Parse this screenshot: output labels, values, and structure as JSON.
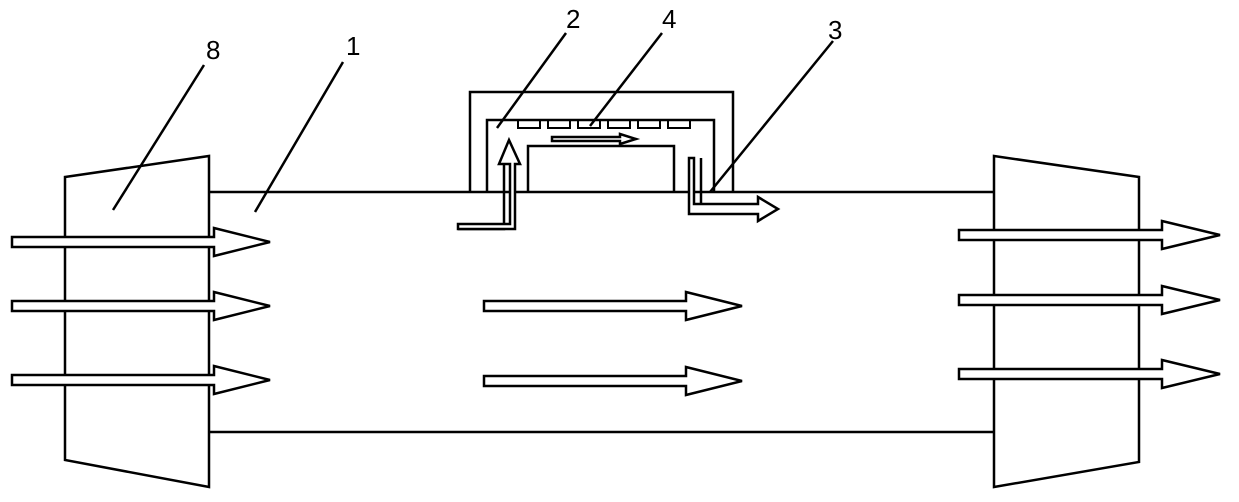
{
  "labels": {
    "part_8": "8",
    "part_1": "1",
    "part_2": "2",
    "part_4": "4",
    "part_3": "3"
  },
  "colors": {
    "line": "#000000",
    "background": "#ffffff",
    "arrow_fill": "#ffffff"
  }
}
